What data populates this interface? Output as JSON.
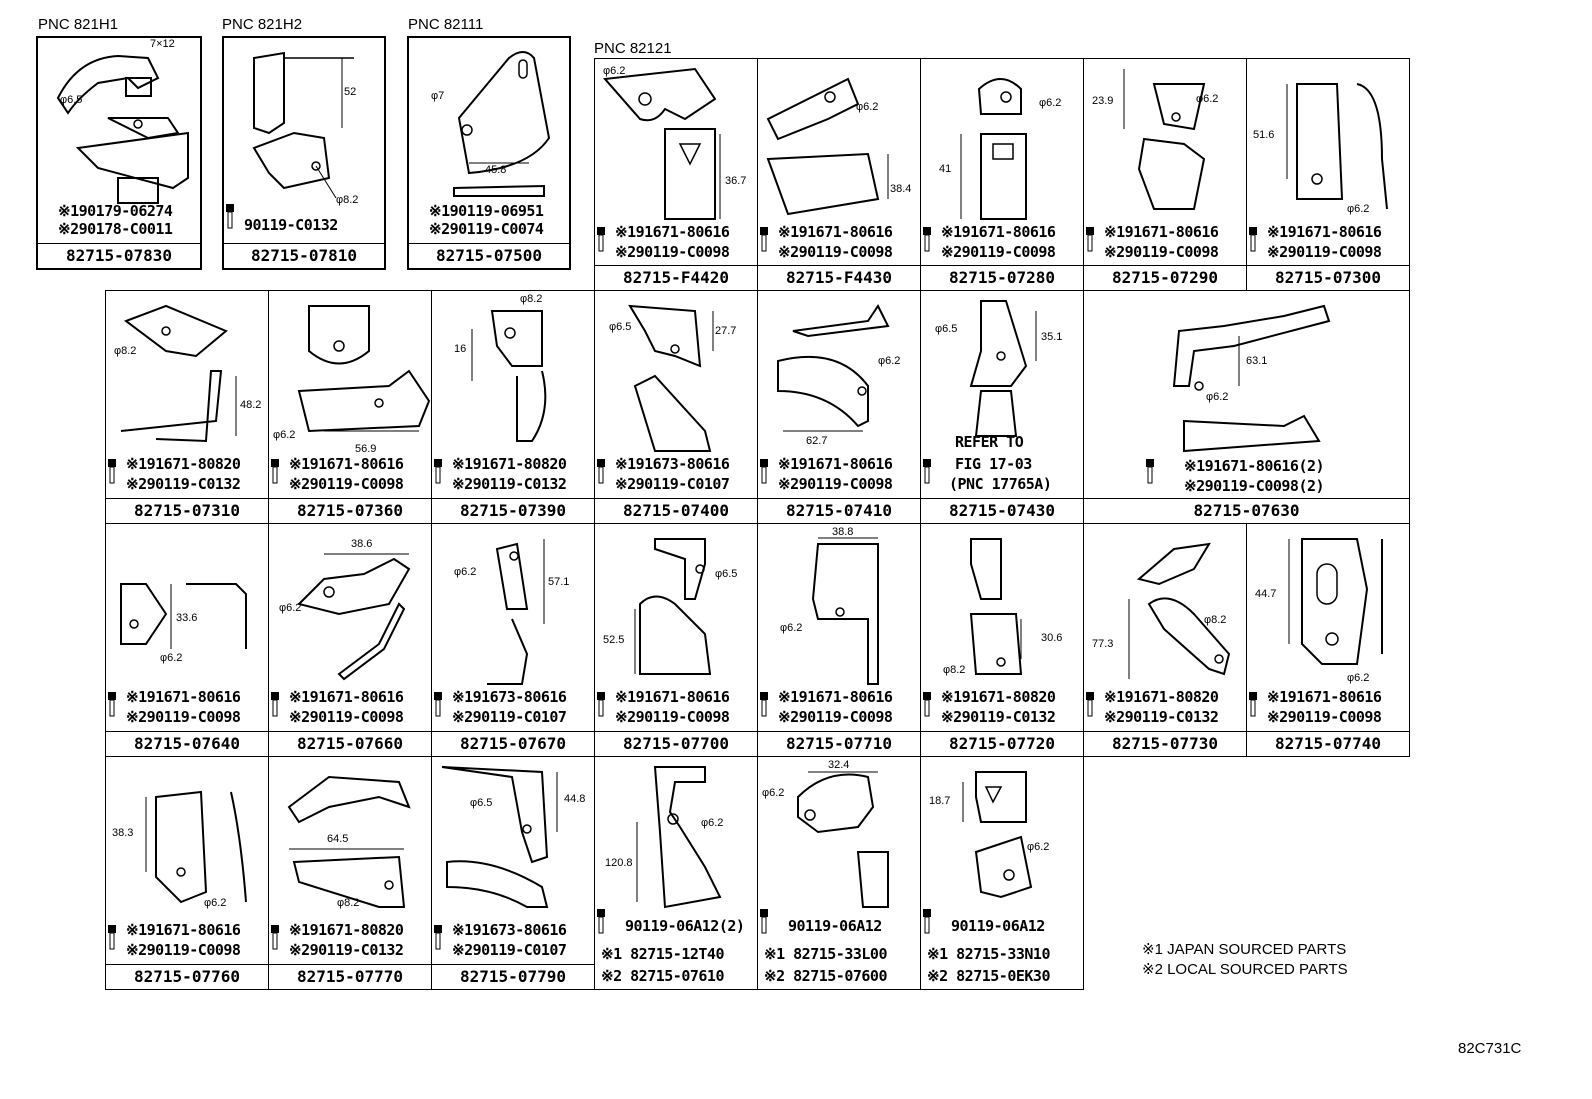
{
  "pnc_labels": {
    "a": "PNC 821H1",
    "b": "PNC 821H2",
    "c": "PNC 82111",
    "d": "PNC 82121"
  },
  "parts": {
    "p07830": {
      "l1": "※190179-06274",
      "l2": "※290178-C0011",
      "pn": "82715-07830",
      "d1": "7×12",
      "d2": "φ6.5"
    },
    "p07810": {
      "l1": "",
      "l2": "90119-C0132",
      "pn": "82715-07810",
      "d1": "52",
      "d2": "φ8.2"
    },
    "p07500": {
      "l1": "※190119-06951",
      "l2": "※290119-C0074",
      "pn": "82715-07500",
      "d1": "φ7",
      "d2": "45.8"
    },
    "pF4420": {
      "l1": "※191671-80616",
      "l2": "※290119-C0098",
      "pn": "82715-F4420",
      "d1": "φ6.2",
      "d2": "36.7"
    },
    "pF4430": {
      "l1": "※191671-80616",
      "l2": "※290119-C0098",
      "pn": "82715-F4430",
      "d1": "φ6.2",
      "d2": "38.4"
    },
    "p07280": {
      "l1": "※191671-80616",
      "l2": "※290119-C0098",
      "pn": "82715-07280",
      "d1": "φ6.2",
      "d2": "41"
    },
    "p07290": {
      "l1": "※191671-80616",
      "l2": "※290119-C0098",
      "pn": "82715-07290",
      "d1": "23.9",
      "d2": "φ6.2"
    },
    "p07300": {
      "l1": "※191671-80616",
      "l2": "※290119-C0098",
      "pn": "82715-07300",
      "d1": "51.6",
      "d2": "φ6.2"
    },
    "p07310": {
      "l1": "※191671-80820",
      "l2": "※290119-C0132",
      "pn": "82715-07310",
      "d1": "φ8.2",
      "d2": "48.2"
    },
    "p07360": {
      "l1": "※191671-80616",
      "l2": "※290119-C0098",
      "pn": "82715-07360",
      "d1": "φ6.2",
      "d2": "56.9"
    },
    "p07390": {
      "l1": "※191671-80820",
      "l2": "※290119-C0132",
      "pn": "82715-07390",
      "d1": "φ8.2",
      "d2": "16"
    },
    "p07400": {
      "l1": "※191673-80616",
      "l2": "※290119-C0107",
      "pn": "82715-07400",
      "d1": "φ6.5",
      "d2": "27.7"
    },
    "p07410": {
      "l1": "※191671-80616",
      "l2": "※290119-C0098",
      "pn": "82715-07410",
      "d1": "φ6.2",
      "d2": "62.7"
    },
    "p07430": {
      "l1": "REFER TO",
      "l2": "FIG 17-03",
      "l3": "(PNC 17765A)",
      "pn": "82715-07430",
      "d1": "φ6.5",
      "d2": "35.1"
    },
    "p07630": {
      "l1": "※191671-80616(2)",
      "l2": "※290119-C0098(2)",
      "pn": "82715-07630",
      "d1": "63.1",
      "d2": "φ6.2"
    },
    "p07640": {
      "l1": "※191671-80616",
      "l2": "※290119-C0098",
      "pn": "82715-07640",
      "d1": "33.6",
      "d2": "φ6.2"
    },
    "p07660": {
      "l1": "※191671-80616",
      "l2": "※290119-C0098",
      "pn": "82715-07660",
      "d1": "38.6",
      "d2": "φ6.2"
    },
    "p07670": {
      "l1": "※191673-80616",
      "l2": "※290119-C0107",
      "pn": "82715-07670",
      "d1": "φ6.2",
      "d2": "57.1"
    },
    "p07700": {
      "l1": "※191671-80616",
      "l2": "※290119-C0098",
      "pn": "82715-07700",
      "d1": "φ6.5",
      "d2": "52.5"
    },
    "p07710": {
      "l1": "※191671-80616",
      "l2": "※290119-C0098",
      "pn": "82715-07710",
      "d1": "38.8",
      "d2": "φ6.2"
    },
    "p07720": {
      "l1": "※191671-80820",
      "l2": "※290119-C0132",
      "pn": "82715-07720",
      "d1": "30.6",
      "d2": "φ8.2"
    },
    "p07730": {
      "l1": "※191671-80820",
      "l2": "※290119-C0132",
      "pn": "82715-07730",
      "d1": "77.3",
      "d2": "φ8.2"
    },
    "p07740": {
      "l1": "※191671-80616",
      "l2": "※290119-C0098",
      "pn": "82715-07740",
      "d1": "44.7",
      "d2": "φ6.2"
    },
    "p07760": {
      "l1": "※191671-80616",
      "l2": "※290119-C0098",
      "pn": "82715-07760",
      "d1": "38.3",
      "d2": "φ6.2"
    },
    "p07770": {
      "l1": "※191671-80820",
      "l2": "※290119-C0132",
      "pn": "82715-07770",
      "d1": "64.5",
      "d2": "φ8.2"
    },
    "p07790": {
      "l1": "※191673-80616",
      "l2": "※290119-C0107",
      "pn": "82715-07790",
      "d1": "φ6.5",
      "d2": "44.8"
    },
    "p12T40": {
      "l1": "90119-06A12(2)",
      "pn1": "※1 82715-12T40",
      "pn2": "※2 82715-07610",
      "d1": "120.8",
      "d2": "φ6.2"
    },
    "p33L00": {
      "l1": "90119-06A12",
      "pn1": "※1 82715-33L00",
      "pn2": "※2 82715-07600",
      "d1": "32.4",
      "d2": "φ6.2"
    },
    "p33N10": {
      "l1": "90119-06A12",
      "pn1": "※1 82715-33N10",
      "pn2": "※2 82715-0EK30",
      "d1": "18.7",
      "d2": "φ6.2"
    }
  },
  "legend": {
    "line1": "※1 JAPAN SOURCED PARTS",
    "line2": "※2 LOCAL SOURCED PARTS"
  },
  "figure_code": "82C731C"
}
